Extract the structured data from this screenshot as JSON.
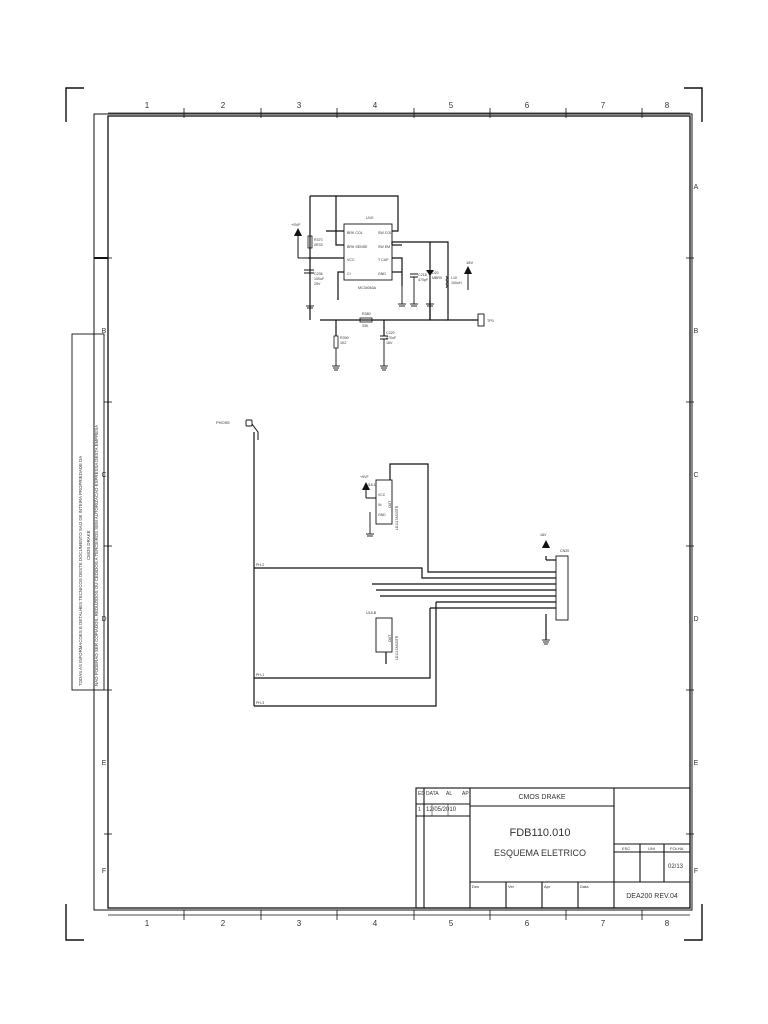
{
  "columns": [
    "1",
    "2",
    "3",
    "4",
    "5",
    "6",
    "7",
    "8"
  ],
  "rows": [
    "A",
    "B",
    "C",
    "D",
    "E",
    "F"
  ],
  "side_text": [
    "TODAS AS INFORMACOES E DETALHES TECNICOS DESTE DOCUMENTO SAO DE INTEIRA PROPRIEDADE DA",
    "CMOS DRAKE",
    "NAO PODERAO SER COPIADOS, REDUZIDOS OU CEDIDOS A TERCEIROS SEM AUTORIZACAO EXPRESSA DESTA EMPRESA"
  ],
  "schematic": {
    "regulator": {
      "ref": "U10",
      "pins": [
        "BRK COL",
        "BRK SENSE",
        "VCC",
        "CI",
        "SW COL",
        "SW EM",
        "T CAP",
        "GND"
      ],
      "part": "MC34063A"
    },
    "labels": {
      "vin": "+5VF",
      "r370": "R370",
      "r370_val": "0R33",
      "c236": "C236",
      "c236_val": "100uF",
      "c236_v": "25V",
      "c218": "C218",
      "c218_val": "470pF",
      "d20": "D20",
      "d20_val": "MBR0",
      "l10": "L10",
      "l10_val": "100uH",
      "vout": "18V",
      "r380": "R380",
      "r380_val": "33K",
      "r390": "R390",
      "r390_val": "1K2",
      "c220": "C220",
      "c220_val": "470uF",
      "c220_v": "16V",
      "tp": "TP0",
      "conn_left": "PHOSE",
      "ic_top": "U18-1",
      "ic_top_vin": "+5VF",
      "ic_top_pins": [
        "VCC",
        "IN",
        "GND"
      ],
      "ic_top_out": "OUT",
      "ic_top_part": "LD1117AS33TR",
      "ic_bot": "U18-B",
      "ic_bot_out": "OUT",
      "ic_bot_part": "LD1117AS33TR",
      "header": "CN20",
      "header_vin": "18V",
      "net1": "PH-2",
      "net2": "PH-1",
      "net3": "PH-3"
    }
  },
  "title_block": {
    "rev_header": [
      "ED",
      "DATA",
      "AL",
      "AP"
    ],
    "rev_row": [
      "1",
      "12/05/2010",
      "",
      ""
    ],
    "company": "CMOS DRAKE",
    "drawing_no": "FDB110.010",
    "title": "ESQUEMA ELETRICO",
    "small_cols": [
      "ESC",
      "UNI",
      "FOLHA"
    ],
    "sheet": "02/13",
    "bottom_cols": [
      "Des",
      "Ver",
      "Apr",
      "Data"
    ],
    "doc_ref": "DEA200 REV.04"
  }
}
